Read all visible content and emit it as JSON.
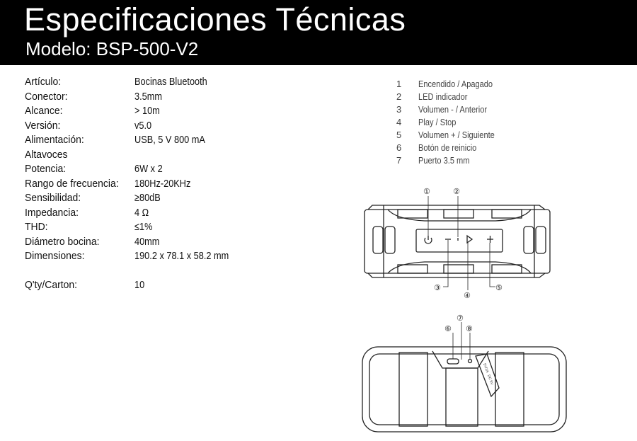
{
  "header": {
    "title": "Especificaciones Técnicas",
    "subtitle": "Modelo: BSP-500-V2"
  },
  "specs": [
    {
      "label": "Artículo:",
      "value": "Bocinas Bluetooth"
    },
    {
      "label": "Conector:",
      "value": "3.5mm"
    },
    {
      "label": "Alcance:",
      "value": "> 10m"
    },
    {
      "label": "Versión:",
      "value": "v5.0"
    },
    {
      "label": "Alimentación:",
      "value": "USB, 5 V 800 mA"
    },
    {
      "label": "Altavoces",
      "value": ""
    },
    {
      "label": "Potencia:",
      "value": "6W x 2"
    },
    {
      "label": "Rango de frecuencia:",
      "value": "180Hz-20KHz"
    },
    {
      "label": "Sensibilidad:",
      "value": "≥80dB"
    },
    {
      "label": "Impedancia:",
      "value": "4 Ω"
    },
    {
      "label": "THD:",
      "value": "≤1%"
    },
    {
      "label": "Diámetro bocina:",
      "value": "40mm"
    },
    {
      "label": "Dimensiones:",
      "value": "190.2 x 78.1 x 58.2 mm"
    },
    {
      "label": "",
      "value": ""
    },
    {
      "label": "Q'ty/Carton:",
      "value": "10"
    }
  ],
  "legend": [
    {
      "n": "1",
      "t": "Encendido /  Apagado"
    },
    {
      "n": "2",
      "t": "LED indicador"
    },
    {
      "n": "3",
      "t": "Volumen - / Anterior"
    },
    {
      "n": "4",
      "t": "Play /  Stop"
    },
    {
      "n": "5",
      "t": " Volumen + / Siguiente"
    },
    {
      "n": "6",
      "t": " Botón de reinicio"
    },
    {
      "n": "7",
      "t": " Puerto 3.5 mm"
    }
  ],
  "callouts": {
    "c1": "①",
    "c2": "②",
    "c3": "③",
    "c4": "④",
    "c5": "⑤",
    "c6": "⑥",
    "c7": "⑦",
    "c8": "⑧"
  },
  "flap_text": [
    "5V/1A",
    "DC 5V"
  ]
}
